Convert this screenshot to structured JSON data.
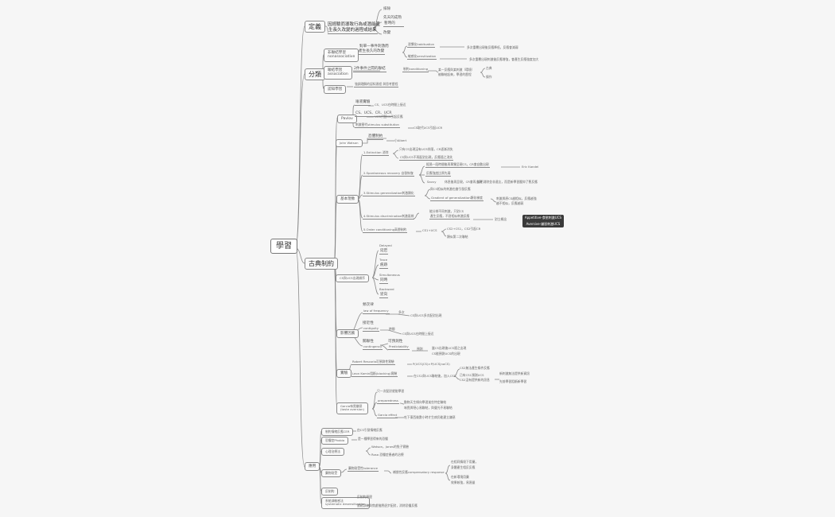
{
  "root": "學習",
  "definition": {
    "label": "定義",
    "text1": "因經驗而導致行為或潛能產",
    "text2": "生長久改變的過程或結果",
    "notes": [
      "排除",
      "先天的成熟",
      "暫時的",
      "改變"
    ]
  },
  "types": {
    "label": "分類",
    "nonassoc": {
      "label1": "非聯結學習",
      "label2": "nonassociative",
      "desc1": "對單一事件刺激而",
      "desc2": "產生長久的改變",
      "habituation": "習慣化habituation",
      "habituation_desc": "多次重覆出現後反應降低，反應會減弱",
      "sensitization": "敏感化sensitization",
      "sensitization_desc": "多次重覆出現刺激後反應增強，會產生反應強度加大"
    },
    "assoc": {
      "label1": "聯結學習",
      "label2": "association",
      "desc": "2件事件之間的聯結",
      "conditioning": "制約conditioning",
      "cond_desc1": "某一反應與某刺激（環境）",
      "cond_desc2": "被聯結起來，學習的歷程",
      "cond_r1": "古典",
      "cond_r2": "操作"
    },
    "cognitive": {
      "label1": "認知學習",
      "desc": "強調理解的認知過程 與思考歷程"
    }
  },
  "classical": {
    "label": "古典制約",
    "pavlov": {
      "label": "Pavlov",
      "items": [
        "唾液實驗",
        "CS、UCS、CR、UCR",
        "刺激替代stimulus substitution"
      ],
      "notes": [
        "CS、UCS在時間上接近",
        "UCS代替CS引起反應",
        "CS取代UCS引起UCR"
      ]
    },
    "watson": {
      "label": "John Watson",
      "item": "恐懼制約",
      "note": "小Albert"
    },
    "basic": {
      "label": "基本現象",
      "extinction": "1.Extinction 消除",
      "ext_notes": [
        "只有CS出現沒有UCS伴隨，CR逐漸消失",
        "CS與UCS不再配對出現，反應隨之消失"
      ],
      "recovery": "2.Spontaneous recovery 自發恢復",
      "rec_notes": [
        "經過一段時間後再單獨呈現CS，CR會自動出現",
        "反應強度比原先弱",
        "Savvy"
      ],
      "rec_side1": "休息後再呈現，CR會再出現",
      "rec_side2": "說明消除並非遺忘，而是新學習壓抑了舊反應",
      "rec_far": "Eric Kandel",
      "generalization": "3.Stimulus generalization刺激類化",
      "gen_notes": [
        "與CS相似的刺激也會引發反應",
        "Gradient of generalization類化梯度"
      ],
      "gen_side1": "刺激與原CS越相似，反應越強",
      "gen_side2": "越不相似，反應越弱",
      "discrimination": "4.Stimulus discrimination刺激區辨",
      "disc_notes": [
        "能分辨不同刺激，只對CS",
        "產生反應，不對相似刺激反應"
      ],
      "disc_side": "對立概念",
      "higher": "5.Order conditioning高層制約",
      "higher_notes": [
        "CS1+UCS",
        "CS2+CS1，CS2引起CR"
      ],
      "higher_side": "類似第二次聯結"
    },
    "badge1": "Appetitive-食慾刺激UCS",
    "badge2": "Aversive-嫌惡刺激UCS",
    "cs_ucs": {
      "label": "CS與UCS出現順序",
      "items": [
        {
          "en": "Delayed",
          "zh": "延宕"
        },
        {
          "en": "Trace",
          "zh": "痕跡"
        },
        {
          "en": "Simultaneous",
          "zh": "同時"
        },
        {
          "en": "Backward",
          "zh": "逆向"
        }
      ]
    },
    "factors": {
      "label": "影響因素",
      "freq1": "頻次律",
      "freq2": "law of frequency",
      "freq_note1": "多次",
      "freq_note2": "CS與UCS多次配對出現",
      "contig1": "接近性",
      "contig2": "contiguity",
      "contig_note1": "時間",
      "contig_note2": "CS與UCS在時間上接近",
      "conting1": "關聯性",
      "conting2": "contingency",
      "pred1": "可預測性",
      "pred2": "Predictability",
      "pred_note": "預測",
      "pred_side1": "當CS出現後UCS隨之出現",
      "pred_side2": "CS能預測UCS的出現"
    },
    "experiments": {
      "label": "實驗",
      "rescorla": "Robert Rescorla可預測性實驗",
      "rescorla_note": "P(UCS|CS)>P(UCS|noCS)",
      "kamin": "Leon Kamin阻斷(blocking)實驗",
      "kamin_note": "在CS1與UCS聯結後，加入CS2",
      "kamin_side1": "CS2無法產生條件反應",
      "kamin_side2": "已有CS1預測UCS",
      "kamin_side3": "CS2沒有提供新的訊息",
      "kamin_side4": "新刺激無法提供新資訊",
      "kamin_side5": "先前學習阻斷新學習"
    },
    "garcia": {
      "label1": "Garcia味覺嫌惡",
      "label2": "(taste aversion)",
      "items": [
        "只一次配對就能學習",
        "preparedness",
        "Garcia effect"
      ],
      "prep_note1": "動物天生傾向學習某些特定聯結",
      "prep_note2": "味覺與噁心易聯結，與聲光不易聯結",
      "garcia_note": "吃下東西後數小時才生病仍能建立嫌惡"
    }
  },
  "applications": {
    "label": "應用",
    "items": [
      "制約情緒反應CER",
      "恐懼症Phobia",
      "心理治療法",
      "藥物耐受",
      "反制約",
      "系統減敏感法"
    ],
    "cer_note": "由CS引發情緒反應",
    "phobia_note": "是一種學習得來的恐懼",
    "therapy_notes": [
      "Watson，Jones的兔子實驗",
      "Rosa 恐懼症患者的治療"
    ],
    "tolerance_note": "藥物耐受性tolerance",
    "tolerance_note2": "補償性反應compensatory response",
    "tolerance_side1": "在相同情境下用藥，",
    "tolerance_side2": "身體產生相反反應",
    "tolerance_side3": "在新環境用藥",
    "tolerance_side4": "效果較強，易過量",
    "desens1": "systematic",
    "desens2": "desensitization",
    "desens_notes": [
      "反制約原理",
      "放鬆訓練與焦慮階層逐步配對，消除恐懼反應"
    ]
  }
}
